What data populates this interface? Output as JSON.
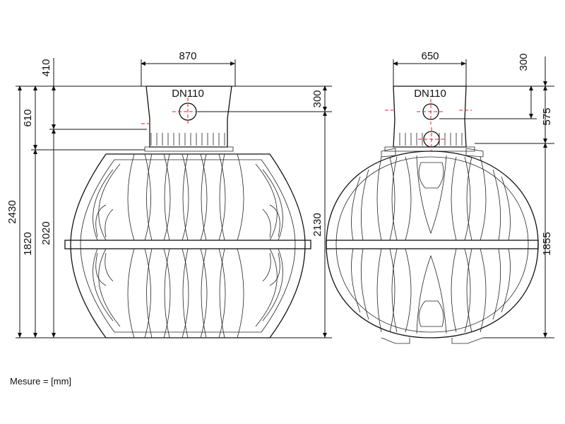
{
  "left_view": {
    "width_top": "870",
    "pipe_label": "DN110",
    "dim_410": "410",
    "dim_610": "610",
    "dim_2430": "2430",
    "dim_1820": "1820",
    "dim_2020": "2020",
    "dim_300": "300",
    "dim_2130": "2130"
  },
  "right_view": {
    "width_top": "650",
    "pipe_label": "DN110",
    "dim_300": "300",
    "dim_575": "575",
    "dim_1855": "1855"
  },
  "unit_note": "Mesure = [mm]",
  "colors": {
    "line": "#111111",
    "center_mark": "#e0202a",
    "background": "#ffffff"
  }
}
